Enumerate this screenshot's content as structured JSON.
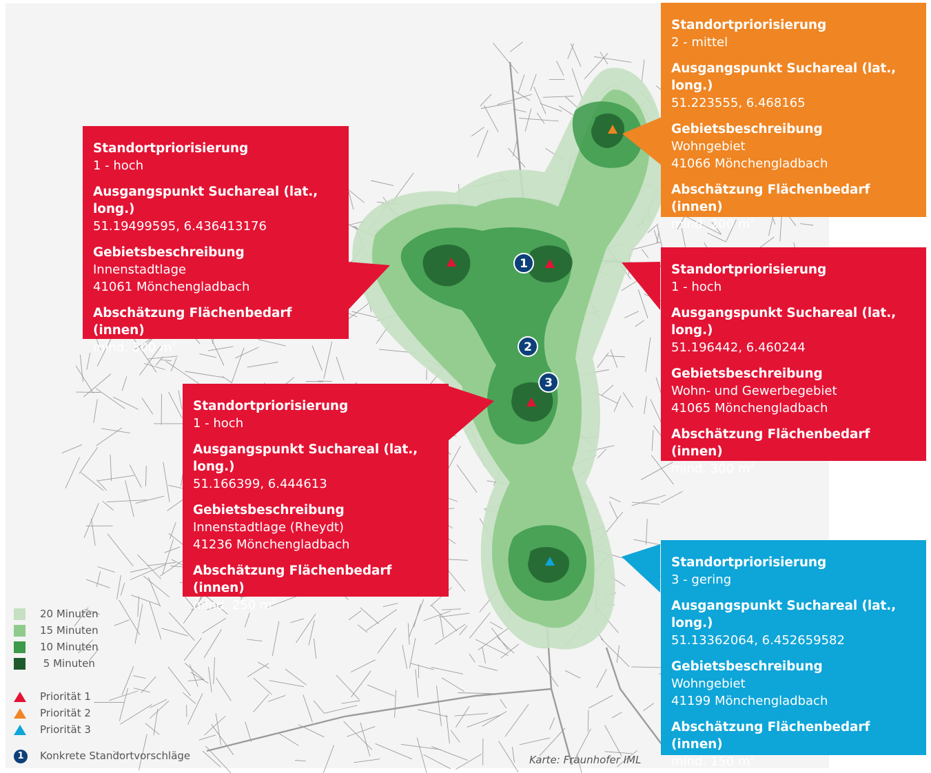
{
  "boxes": [
    {
      "id": "box-nord",
      "theme": "orange",
      "color": "#ef8523",
      "priority_label": "Standortpriorisierung",
      "priority_value": "2 - mittel",
      "coord_label": "Ausgangspunkt Suchareal (lat., long.)",
      "coord_value": "51.223555, 6.468165",
      "area_label": "Gebietsbeschreibung",
      "area_line1": "Wohngebiet",
      "area_line2": "41066 Mönchengladbach",
      "need_label": "Abschätzung Flächenbedarf (innen)",
      "need_value": "mind. 200 m",
      "need_exp": "2"
    },
    {
      "id": "box-innenstadt",
      "theme": "red",
      "color": "#e31334",
      "priority_label": "Standortpriorisierung",
      "priority_value": "1 - hoch",
      "coord_label": "Ausgangspunkt Suchareal (lat., long.)",
      "coord_value": "51.19499595, 6.436413176",
      "area_label": "Gebietsbeschreibung",
      "area_line1": "Innenstadtlage",
      "area_line2": "41061 Mönchengladbach",
      "need_label": "Abschätzung Flächenbedarf (innen)",
      "need_value": "mind. 300 m",
      "need_exp": "2"
    },
    {
      "id": "box-gewerbe",
      "theme": "red",
      "color": "#e31334",
      "priority_label": "Standortpriorisierung",
      "priority_value": "1 - hoch",
      "coord_label": "Ausgangspunkt Suchareal (lat., long.)",
      "coord_value": "51.196442, 6.460244",
      "area_label": "Gebietsbeschreibung",
      "area_line1": "Wohn- und Gewerbegebiet",
      "area_line2": "41065 Mönchengladbach",
      "need_label": "Abschätzung Flächenbedarf (innen)",
      "need_value": "mind. 300 m",
      "need_exp": "2"
    },
    {
      "id": "box-rheydt",
      "theme": "red",
      "color": "#e31334",
      "priority_label": "Standortpriorisierung",
      "priority_value": "1 - hoch",
      "coord_label": "Ausgangspunkt Suchareal (lat., long.)",
      "coord_value": "51.166399, 6.444613",
      "area_label": "Gebietsbeschreibung",
      "area_line1": "Innenstadtlage (Rheydt)",
      "area_line2": "41236 Mönchengladbach",
      "need_label": "Abschätzung Flächenbedarf (innen)",
      "need_value": "mind. 250 m",
      "need_exp": "2"
    },
    {
      "id": "box-sued",
      "theme": "blue",
      "color": "#0ea5d8",
      "priority_label": "Standortpriorisierung",
      "priority_value": "3 - gering",
      "coord_label": "Ausgangspunkt Suchareal (lat., long.)",
      "coord_value": "51.13362064, 6.452659582",
      "area_label": "Gebietsbeschreibung",
      "area_line1": "Wohngebiet",
      "area_line2": "41199 Mönchengladbach",
      "need_label": "Abschätzung Flächenbedarf (innen)",
      "need_value": "mind. 150 m",
      "need_exp": "2"
    }
  ],
  "markers": {
    "triangles": [
      {
        "priority": 2,
        "color": "#ef8523"
      },
      {
        "priority": 1,
        "color": "#e31334"
      },
      {
        "priority": 1,
        "color": "#e31334"
      },
      {
        "priority": 1,
        "color": "#e31334"
      },
      {
        "priority": 3,
        "color": "#0ea5d8"
      }
    ],
    "proposals": [
      {
        "number": "1"
      },
      {
        "number": "2"
      },
      {
        "number": "3"
      }
    ],
    "proposal_color": "#0d3f79"
  },
  "legend": {
    "isochrones": [
      {
        "label": "20 Minuten",
        "color": "#c5e0c2"
      },
      {
        "label": "15 Minuten",
        "color": "#8fcb8b"
      },
      {
        "label": "10 Minuten",
        "color": "#3c9a4b"
      },
      {
        "label": " 5 Minuten",
        "color": "#1e5a2b"
      }
    ],
    "priorities": [
      {
        "label": "Priorität 1",
        "color": "#e31334"
      },
      {
        "label": "Priorität 2",
        "color": "#ef8523"
      },
      {
        "label": "Priorität 3",
        "color": "#0ea5d8"
      }
    ],
    "proposal_icon_number": "1",
    "proposal_label": "Konkrete Standortvorschläge"
  },
  "credit": "Karte: Fraunhofer IML"
}
